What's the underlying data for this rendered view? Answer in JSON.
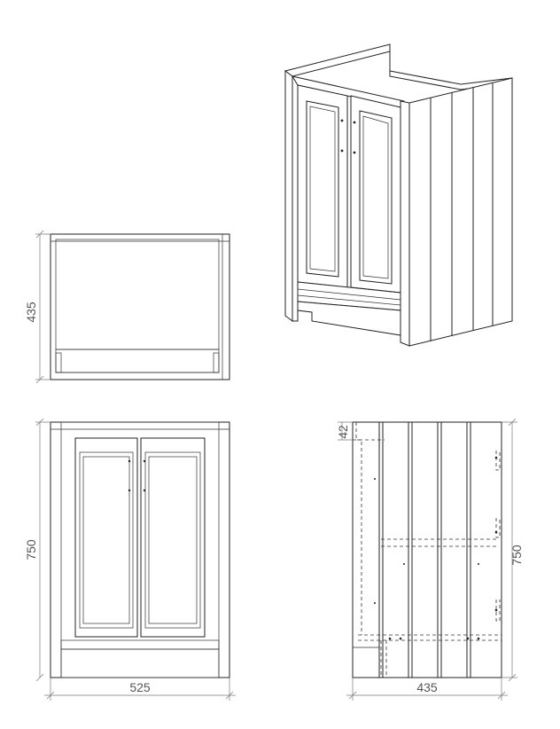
{
  "dimensions": {
    "top_depth": "435",
    "front_height": "750",
    "front_width": "525",
    "side_height": "750",
    "side_depth": "435",
    "side_offset": "42"
  },
  "colors": {
    "line": "#222222",
    "dimension": "#7a7a7a",
    "text": "#555555",
    "background": "#ffffff"
  }
}
